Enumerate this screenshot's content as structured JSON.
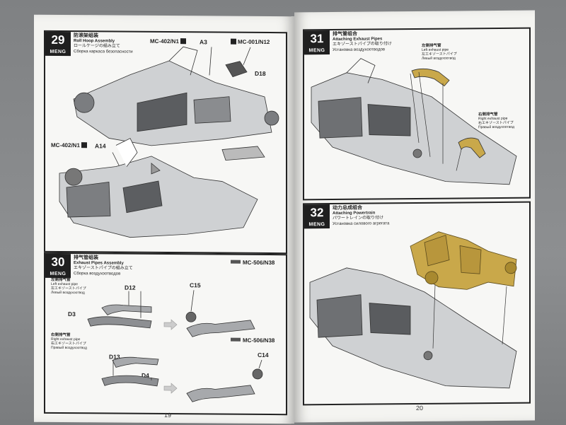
{
  "left_page": {
    "page_number": "19",
    "step29": {
      "number": "29",
      "brand": "MENG",
      "title_zh": "防滚架组装",
      "title_en": "Roll Hoop Assembly",
      "title_jp": "ロールケージの組み立て",
      "title_ru": "Сборка каркаса безопасности",
      "codes": [
        "MC-402/N1",
        "MC-001/N12",
        "MC-402/N1"
      ],
      "parts": [
        "A3",
        "D18",
        "A14"
      ]
    },
    "step30": {
      "number": "30",
      "brand": "MENG",
      "title_zh": "排气管组装",
      "title_en": "Exhaust Pipes Assembly",
      "title_jp": "エキゾーストパイプの組み立て",
      "title_ru": "Сборка воздухоотводов",
      "codes": [
        "MC-506/N38",
        "MC-506/N38"
      ],
      "left_label": {
        "zh": "左侧排气管",
        "en": "Left exhaust pipe",
        "jp": "左エキゾーストパイプ",
        "ru": "Левый воздухоотвод"
      },
      "right_label": {
        "zh": "右侧排气管",
        "en": "Right exhaust pipe",
        "jp": "右エキゾーストパイプ",
        "ru": "Правый воздухоотвод"
      },
      "parts": [
        "D12",
        "D3",
        "C15",
        "D13",
        "D4",
        "C14"
      ]
    }
  },
  "right_page": {
    "page_number": "20",
    "step31": {
      "number": "31",
      "brand": "MENG",
      "title_zh": "排气管组合",
      "title_en": "Attaching Exhaust Pipes",
      "title_jp": "エキゾーストパイプの取り付け",
      "title_ru": "Установка воздухоотводов",
      "left_label": {
        "zh": "左侧排气管",
        "en": "Left exhaust pipe",
        "jp": "左エキゾーストパイプ",
        "ru": "Левый воздухоотвод"
      },
      "right_label": {
        "zh": "右侧排气管",
        "en": "Right exhaust pipe",
        "jp": "右エキゾーストパイプ",
        "ru": "Правый воздухоотвод"
      }
    },
    "step32": {
      "number": "32",
      "brand": "MENG",
      "title_zh": "动力总成组合",
      "title_en": "Attaching Powertrain",
      "title_jp": "パワートレインの取り付け",
      "title_ru": "Установка силового агрегата"
    }
  },
  "colors": {
    "part_highlight": "#c9a84a",
    "ink": "#222222",
    "paper": "#f4f4f1",
    "background": "#8a8c8e"
  }
}
